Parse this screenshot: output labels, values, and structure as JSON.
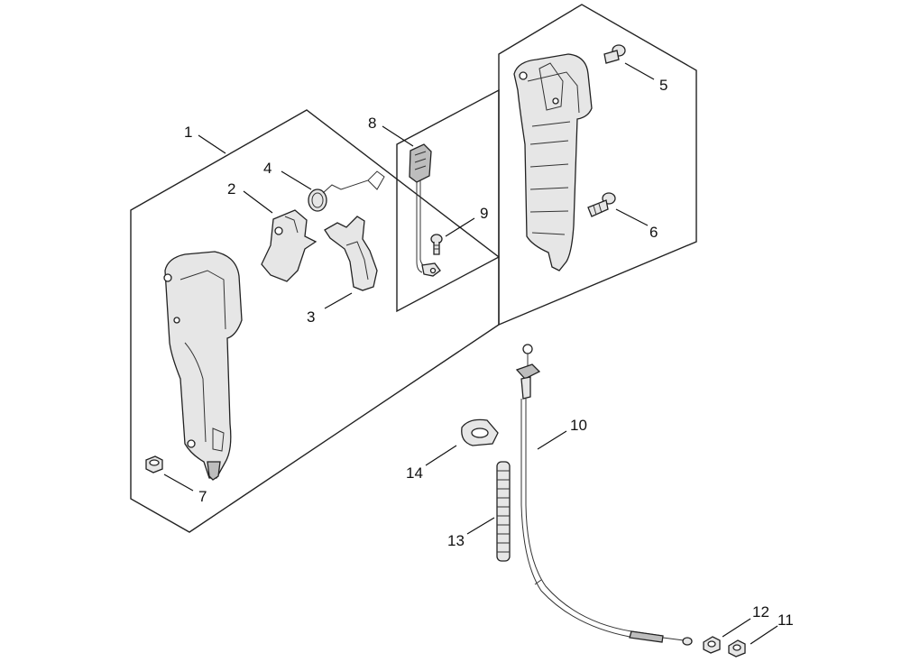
{
  "diagram": {
    "callouts": [
      "1",
      "2",
      "3",
      "4",
      "5",
      "6",
      "7",
      "8",
      "9",
      "10",
      "11",
      "12",
      "13",
      "14"
    ],
    "parts": [
      {
        "id": "1",
        "name": "handle-assembly"
      },
      {
        "id": "2",
        "name": "throttle-lockout"
      },
      {
        "id": "3",
        "name": "throttle-trigger"
      },
      {
        "id": "4",
        "name": "spring"
      },
      {
        "id": "5",
        "name": "screw"
      },
      {
        "id": "6",
        "name": "screw"
      },
      {
        "id": "7",
        "name": "nut"
      },
      {
        "id": "8",
        "name": "stop-switch"
      },
      {
        "id": "9",
        "name": "screw"
      },
      {
        "id": "10",
        "name": "throttle-cable"
      },
      {
        "id": "11",
        "name": "nut"
      },
      {
        "id": "12",
        "name": "nut"
      },
      {
        "id": "13",
        "name": "spring"
      },
      {
        "id": "14",
        "name": "clamp"
      }
    ]
  }
}
